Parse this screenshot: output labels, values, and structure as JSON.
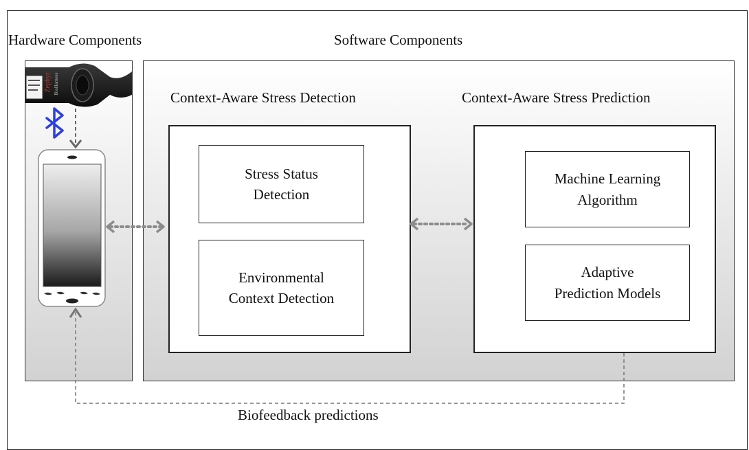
{
  "diagram": {
    "hardware_title": "Hardware Components",
    "software_title": "Software Components",
    "detection": {
      "title": "Context-Aware Stress Detection",
      "boxes": [
        "Stress Status\nDetection",
        "Environmental\nContext Detection"
      ]
    },
    "prediction": {
      "title": "Context-Aware Stress Prediction",
      "boxes": [
        "Machine Learning\nAlgorithm",
        "Adaptive\nPrediction Models"
      ]
    },
    "feedback_label": "Biofeedback predictions",
    "sensor_brand": "Zephyr",
    "sensor_brand_sub": "BioHarness",
    "colors": {
      "bluetooth": "#2b3fe0",
      "arrow": "#888888",
      "dash": "#777777"
    }
  }
}
